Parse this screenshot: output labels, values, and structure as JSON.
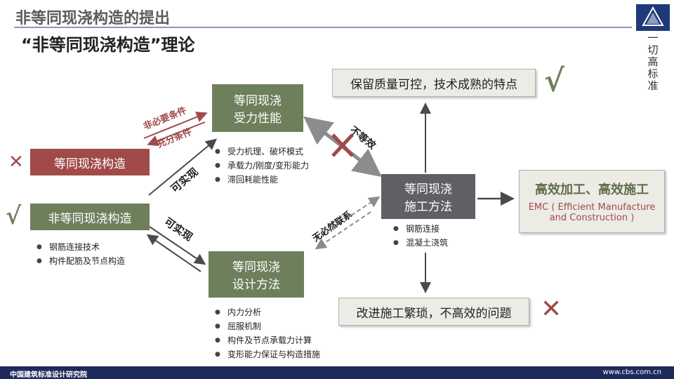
{
  "header": {
    "title": "非等同现浇构造的提出",
    "subtitle": "“非等同现浇构造”理论"
  },
  "logo": {
    "text": "一切高标准"
  },
  "boxes": {
    "equal_perf": "等同现浇\n受力性能",
    "equal_construct": "等同现浇构造",
    "non_equal_construct": "非等同现浇构造",
    "equal_design": "等同现浇\n设计方法",
    "equal_build": "等同现浇\n施工方法",
    "keep_quality": "保留质量可控，技术成熟的特点",
    "improve": "改进施工繁琐，不高效的问题",
    "efficient_title": "高效加工、高效施工",
    "emc_line1": "EMC ( Efficient Manufacture",
    "emc_line2": "and Construction )"
  },
  "labels": {
    "unnecessary": "非必要条件",
    "sufficient": "充分条件",
    "feasible1": "可实现",
    "feasible2": "可实现",
    "not_equivalent": "不等效",
    "no_link": "无必然联系"
  },
  "marks": {
    "check": "√",
    "cross": "✕"
  },
  "bullets": {
    "non_equal": [
      "钢筋连接技术",
      "构件配筋及节点构造"
    ],
    "perf": [
      "受力机理、破坏模式",
      "承载力/刚度/变形能力",
      "滞回耗能性能"
    ],
    "build": [
      "钢筋连接",
      "混凝土浇筑"
    ],
    "design": [
      "内力分析",
      "屈服机制",
      "构件及节点承载力计算",
      "变形能力保证与构造措施"
    ]
  },
  "footer": {
    "left": "中国建筑标准设计研究院",
    "right": "www.cbs.com.cn"
  },
  "colors": {
    "green": "#6e7f5b",
    "red": "#a14a4a",
    "gray": "#5f5f66",
    "footer": "#1f2a5c"
  }
}
